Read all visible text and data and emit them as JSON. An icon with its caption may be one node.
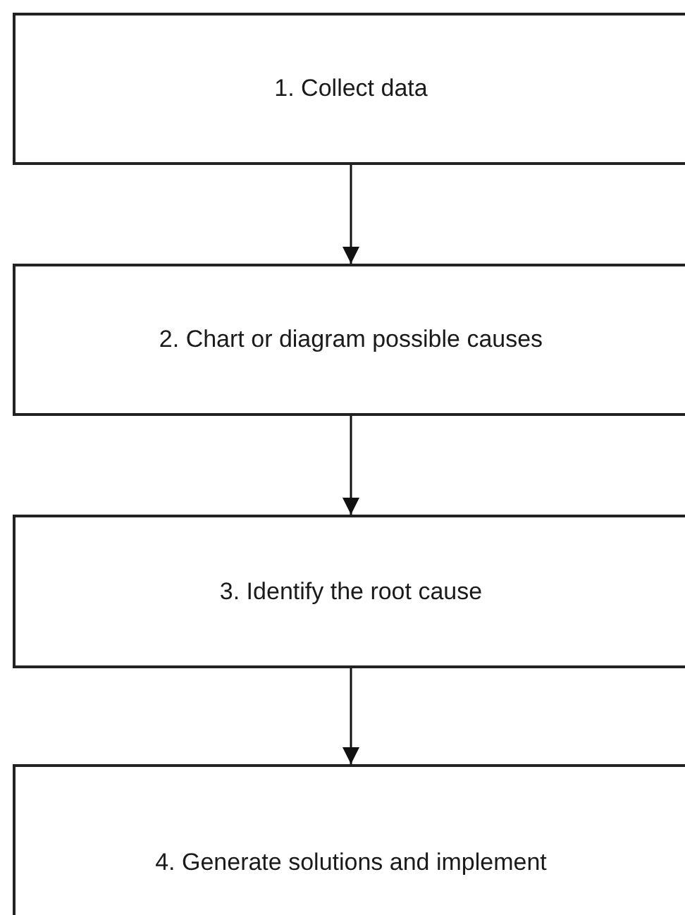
{
  "diagram": {
    "nodes": [
      {
        "text": [
          "1. Collect data"
        ]
      },
      {
        "text": [
          "2. Chart or diagram possible causes"
        ]
      },
      {
        "text": [
          "3. Identify the root cause"
        ]
      },
      {
        "text": [
          "4. Generate solutions and implement"
        ]
      }
    ],
    "edges": [
      {
        "from": 0,
        "to": 1,
        "arrow": "to"
      },
      {
        "from": 1,
        "to": 2,
        "arrow": "to"
      },
      {
        "from": 2,
        "to": 3,
        "arrow": "to"
      }
    ]
  }
}
